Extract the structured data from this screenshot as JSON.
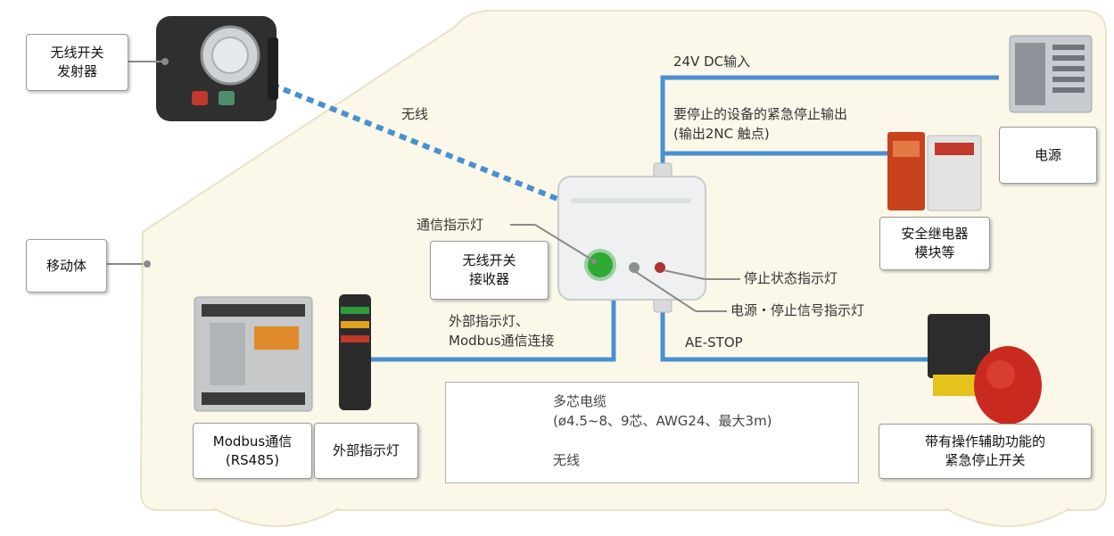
{
  "colors": {
    "cable": "#4a90d0",
    "vehicle_fill": "#fbf8ea",
    "vehicle_border": "#e8e2c8",
    "box_border": "#9a9a9a"
  },
  "labels": {
    "wireless_transmitter": [
      "无线开关",
      "发射器"
    ],
    "receiver": [
      "无线开关",
      "接收器"
    ],
    "mobile_body": "移动体",
    "power_supply": "电源",
    "safety_relay": [
      "安全继电器",
      "模块等"
    ],
    "modbus": [
      "Modbus通信",
      "(RS485)"
    ],
    "external_indicator": "外部指示灯",
    "estop_switch": [
      "带有操作辅助功能的",
      "紧急停止开关"
    ]
  },
  "annotations": {
    "wireless": "无线",
    "dc_input": "24V DC输入",
    "estop_output": "要停止的设备的紧急停止输出",
    "estop_output_sub": "(输出2NC 触点)",
    "comm_indicator": "通信指示灯",
    "stop_status_indicator": "停止状态指示灯",
    "power_stop_signal_indicator": "电源・停止信号指示灯",
    "ext_connection_1": "外部指示灯、",
    "ext_connection_2": "Modbus通信连接",
    "ae_stop": "AE-STOP"
  },
  "legend": {
    "multicore_cable": "多芯电缆",
    "multicore_cable_spec": "(ø4.5~8、9芯、AWG24、最大3m)",
    "wireless": "无线"
  }
}
